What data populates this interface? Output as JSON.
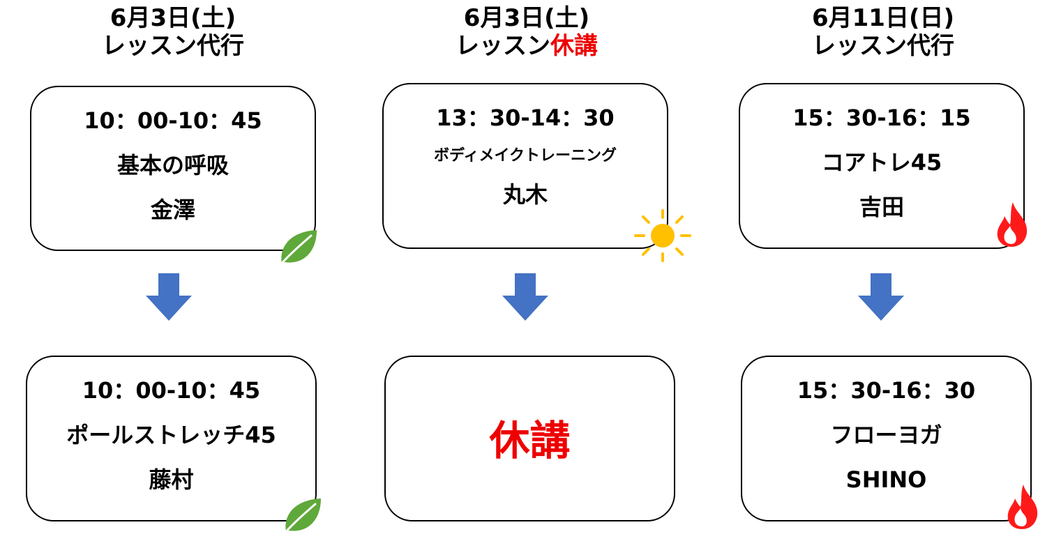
{
  "columns": [
    {
      "date": "6月3日(土)",
      "kind_prefix": "レッスン",
      "kind_suffix": "代行",
      "before": {
        "time": "10：00-10：45",
        "lesson": "基本の呼吸",
        "instructor": "金澤",
        "icon": "leaf-icon"
      },
      "after": {
        "time": "10：00-10：45",
        "lesson": "ポールストレッチ45",
        "instructor": "藤村",
        "icon": "leaf-icon"
      }
    },
    {
      "date": "6月3日(土)",
      "kind_prefix": "レッスン",
      "kind_suffix": "休講",
      "before": {
        "time": "13：30-14：30",
        "lesson": "ボディメイクトレーニング",
        "instructor": "丸木",
        "icon": "sun-icon"
      },
      "after": {
        "cancelled_text": "休講"
      }
    },
    {
      "date": "6月11日(日)",
      "kind_prefix": "レッスン",
      "kind_suffix": "代行",
      "before": {
        "time": "15：30-16：15",
        "lesson": "コアトレ45",
        "instructor": "吉田",
        "icon": "flame-icon"
      },
      "after": {
        "time": "15：30-16：30",
        "lesson": "フローヨガ",
        "instructor": "SHINO",
        "icon": "flame-icon"
      }
    }
  ],
  "colors": {
    "arrow": "#4472c4",
    "cancel": "#ee0000",
    "leaf": "#5fa83a",
    "sun": "#ffc000",
    "flame": "#ff1a1a"
  }
}
